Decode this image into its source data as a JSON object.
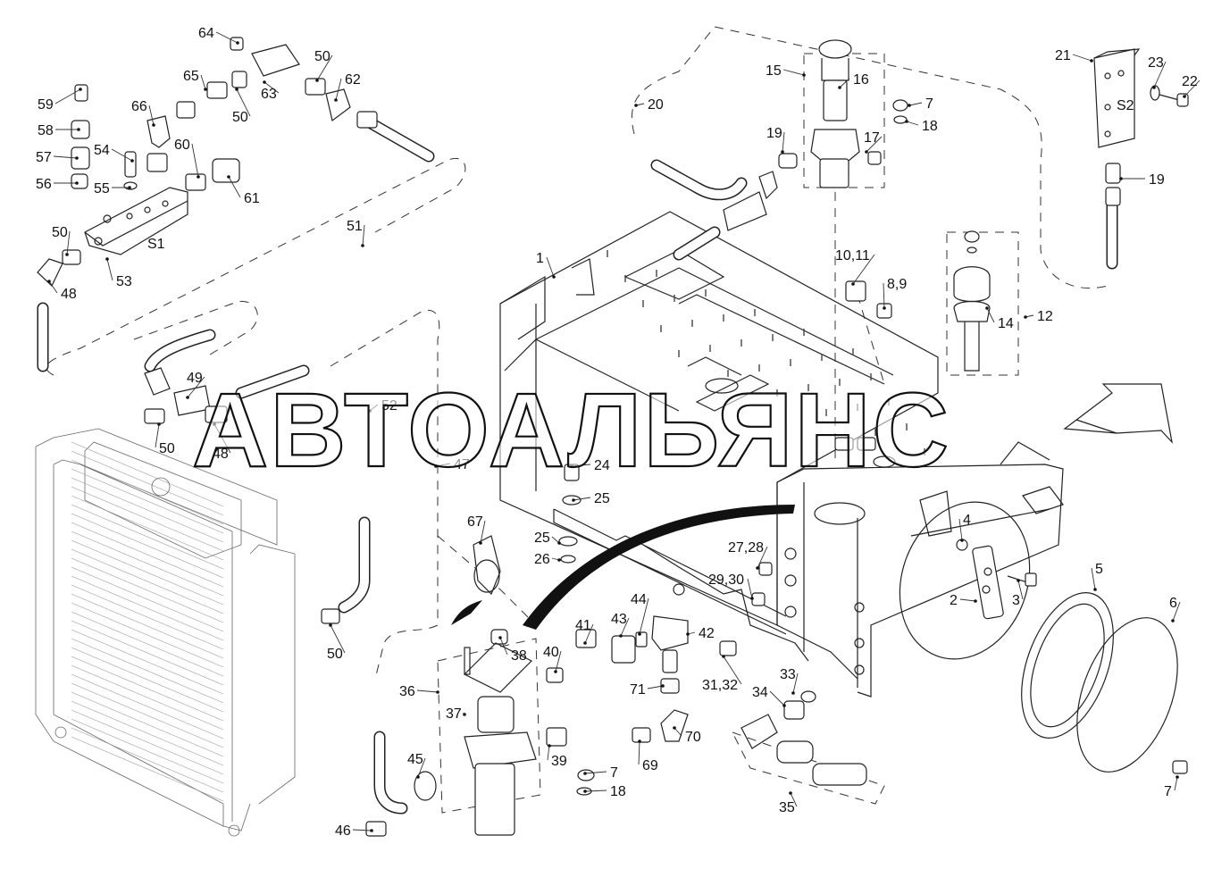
{
  "watermark": "АВТОАЛЬЯНС",
  "manifold_labels": {
    "s1": "S1",
    "s2": "S2"
  },
  "callouts": [
    {
      "text": "64"
    },
    {
      "text": "65"
    },
    {
      "text": "50"
    },
    {
      "text": "63"
    },
    {
      "text": "50"
    },
    {
      "text": "62"
    },
    {
      "text": "59"
    },
    {
      "text": "58"
    },
    {
      "text": "57"
    },
    {
      "text": "56"
    },
    {
      "text": "66"
    },
    {
      "text": "54"
    },
    {
      "text": "55"
    },
    {
      "text": "60"
    },
    {
      "text": "61"
    },
    {
      "text": "50"
    },
    {
      "text": "48"
    },
    {
      "text": "53"
    },
    {
      "text": "51"
    },
    {
      "text": "49"
    },
    {
      "text": "50"
    },
    {
      "text": "48"
    },
    {
      "text": "52"
    },
    {
      "text": "47"
    },
    {
      "text": "50"
    },
    {
      "text": "46"
    },
    {
      "text": "45"
    },
    {
      "text": "15"
    },
    {
      "text": "16"
    },
    {
      "text": "20"
    },
    {
      "text": "19"
    },
    {
      "text": "17"
    },
    {
      "text": "7"
    },
    {
      "text": "18"
    },
    {
      "text": "21"
    },
    {
      "text": "23"
    },
    {
      "text": "22"
    },
    {
      "text": "19"
    },
    {
      "text": "1"
    },
    {
      "text": "10,11"
    },
    {
      "text": "8,9"
    },
    {
      "text": "14"
    },
    {
      "text": "12"
    },
    {
      "text": "24"
    },
    {
      "text": "25"
    },
    {
      "text": "25"
    },
    {
      "text": "26"
    },
    {
      "text": "67"
    },
    {
      "text": "27,28"
    },
    {
      "text": "29,30"
    },
    {
      "text": "4"
    },
    {
      "text": "2"
    },
    {
      "text": "3"
    },
    {
      "text": "5"
    },
    {
      "text": "6"
    },
    {
      "text": "38"
    },
    {
      "text": "40"
    },
    {
      "text": "41"
    },
    {
      "text": "43"
    },
    {
      "text": "44"
    },
    {
      "text": "42"
    },
    {
      "text": "31,32"
    },
    {
      "text": "36"
    },
    {
      "text": "37"
    },
    {
      "text": "71"
    },
    {
      "text": "70"
    },
    {
      "text": "39"
    },
    {
      "text": "69"
    },
    {
      "text": "33"
    },
    {
      "text": "34"
    },
    {
      "text": "7"
    },
    {
      "text": "18"
    },
    {
      "text": "35"
    },
    {
      "text": "7"
    }
  ]
}
